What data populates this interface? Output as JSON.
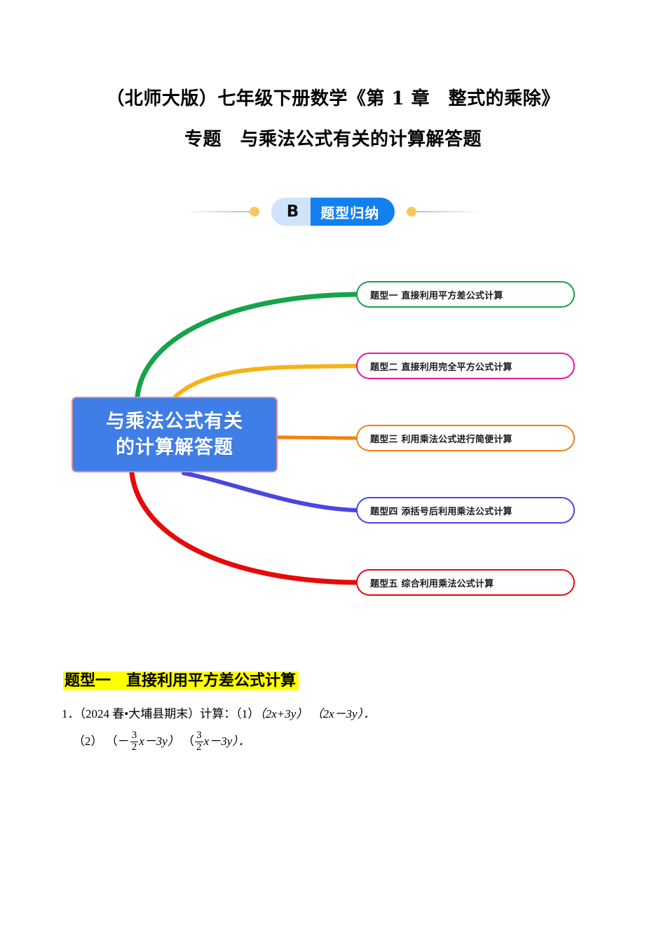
{
  "document": {
    "title_line1": "（北师大版）七年级下册数学《第 1 章　整式的乘除》",
    "title_line2": "专题　与乘法公式有关的计算解答题"
  },
  "badge": {
    "letter": "B",
    "label": "题型归纳",
    "letter_bg": "#cfe3fb",
    "label_bg": "#1380f0",
    "dot_color": "#fbc75c",
    "line_color": "#aac2e6"
  },
  "mindmap": {
    "center": {
      "line1": "与乘法公式有关",
      "line2": "的计算解答题",
      "fill": "#3e7ee6",
      "border": "#e1899a",
      "text_color": "#ffffff"
    },
    "branches": [
      {
        "label": "题型一  直接利用平方差公式计算",
        "color": "#16a34a"
      },
      {
        "label": "题型二 直接利用完全平方公式计算",
        "color": "#e5179c"
      },
      {
        "label": "题型三  利用乘法公式进行简便计算",
        "color": "#ef8314"
      },
      {
        "label": "题型四 添括号后利用乘法公式计算",
        "color": "#4a46e0"
      },
      {
        "label": "题型五 综合利用乘法公式计算",
        "color": "#e60a0a"
      }
    ]
  },
  "section": {
    "heading": "题型一　直接利用平方差公式计算",
    "highlight_color": "#ffff00"
  },
  "problems": [
    {
      "number": "1．",
      "source": "（2024 春•大埔县期末）",
      "stem": "计算：",
      "part1_label": "（1）",
      "part1_expr_a": "（2x+3y）",
      "part1_expr_b": "（2x－3y）．",
      "part2_label": "（2）",
      "part2_paren_open_1": "（－",
      "part2_frac1_num": "3",
      "part2_frac1_den": "2",
      "part2_after_frac1": "x－3y）",
      "part2_paren_open_2": "（",
      "part2_frac2_num": "3",
      "part2_frac2_den": "2",
      "part2_after_frac2": "x－3y）．"
    }
  ]
}
